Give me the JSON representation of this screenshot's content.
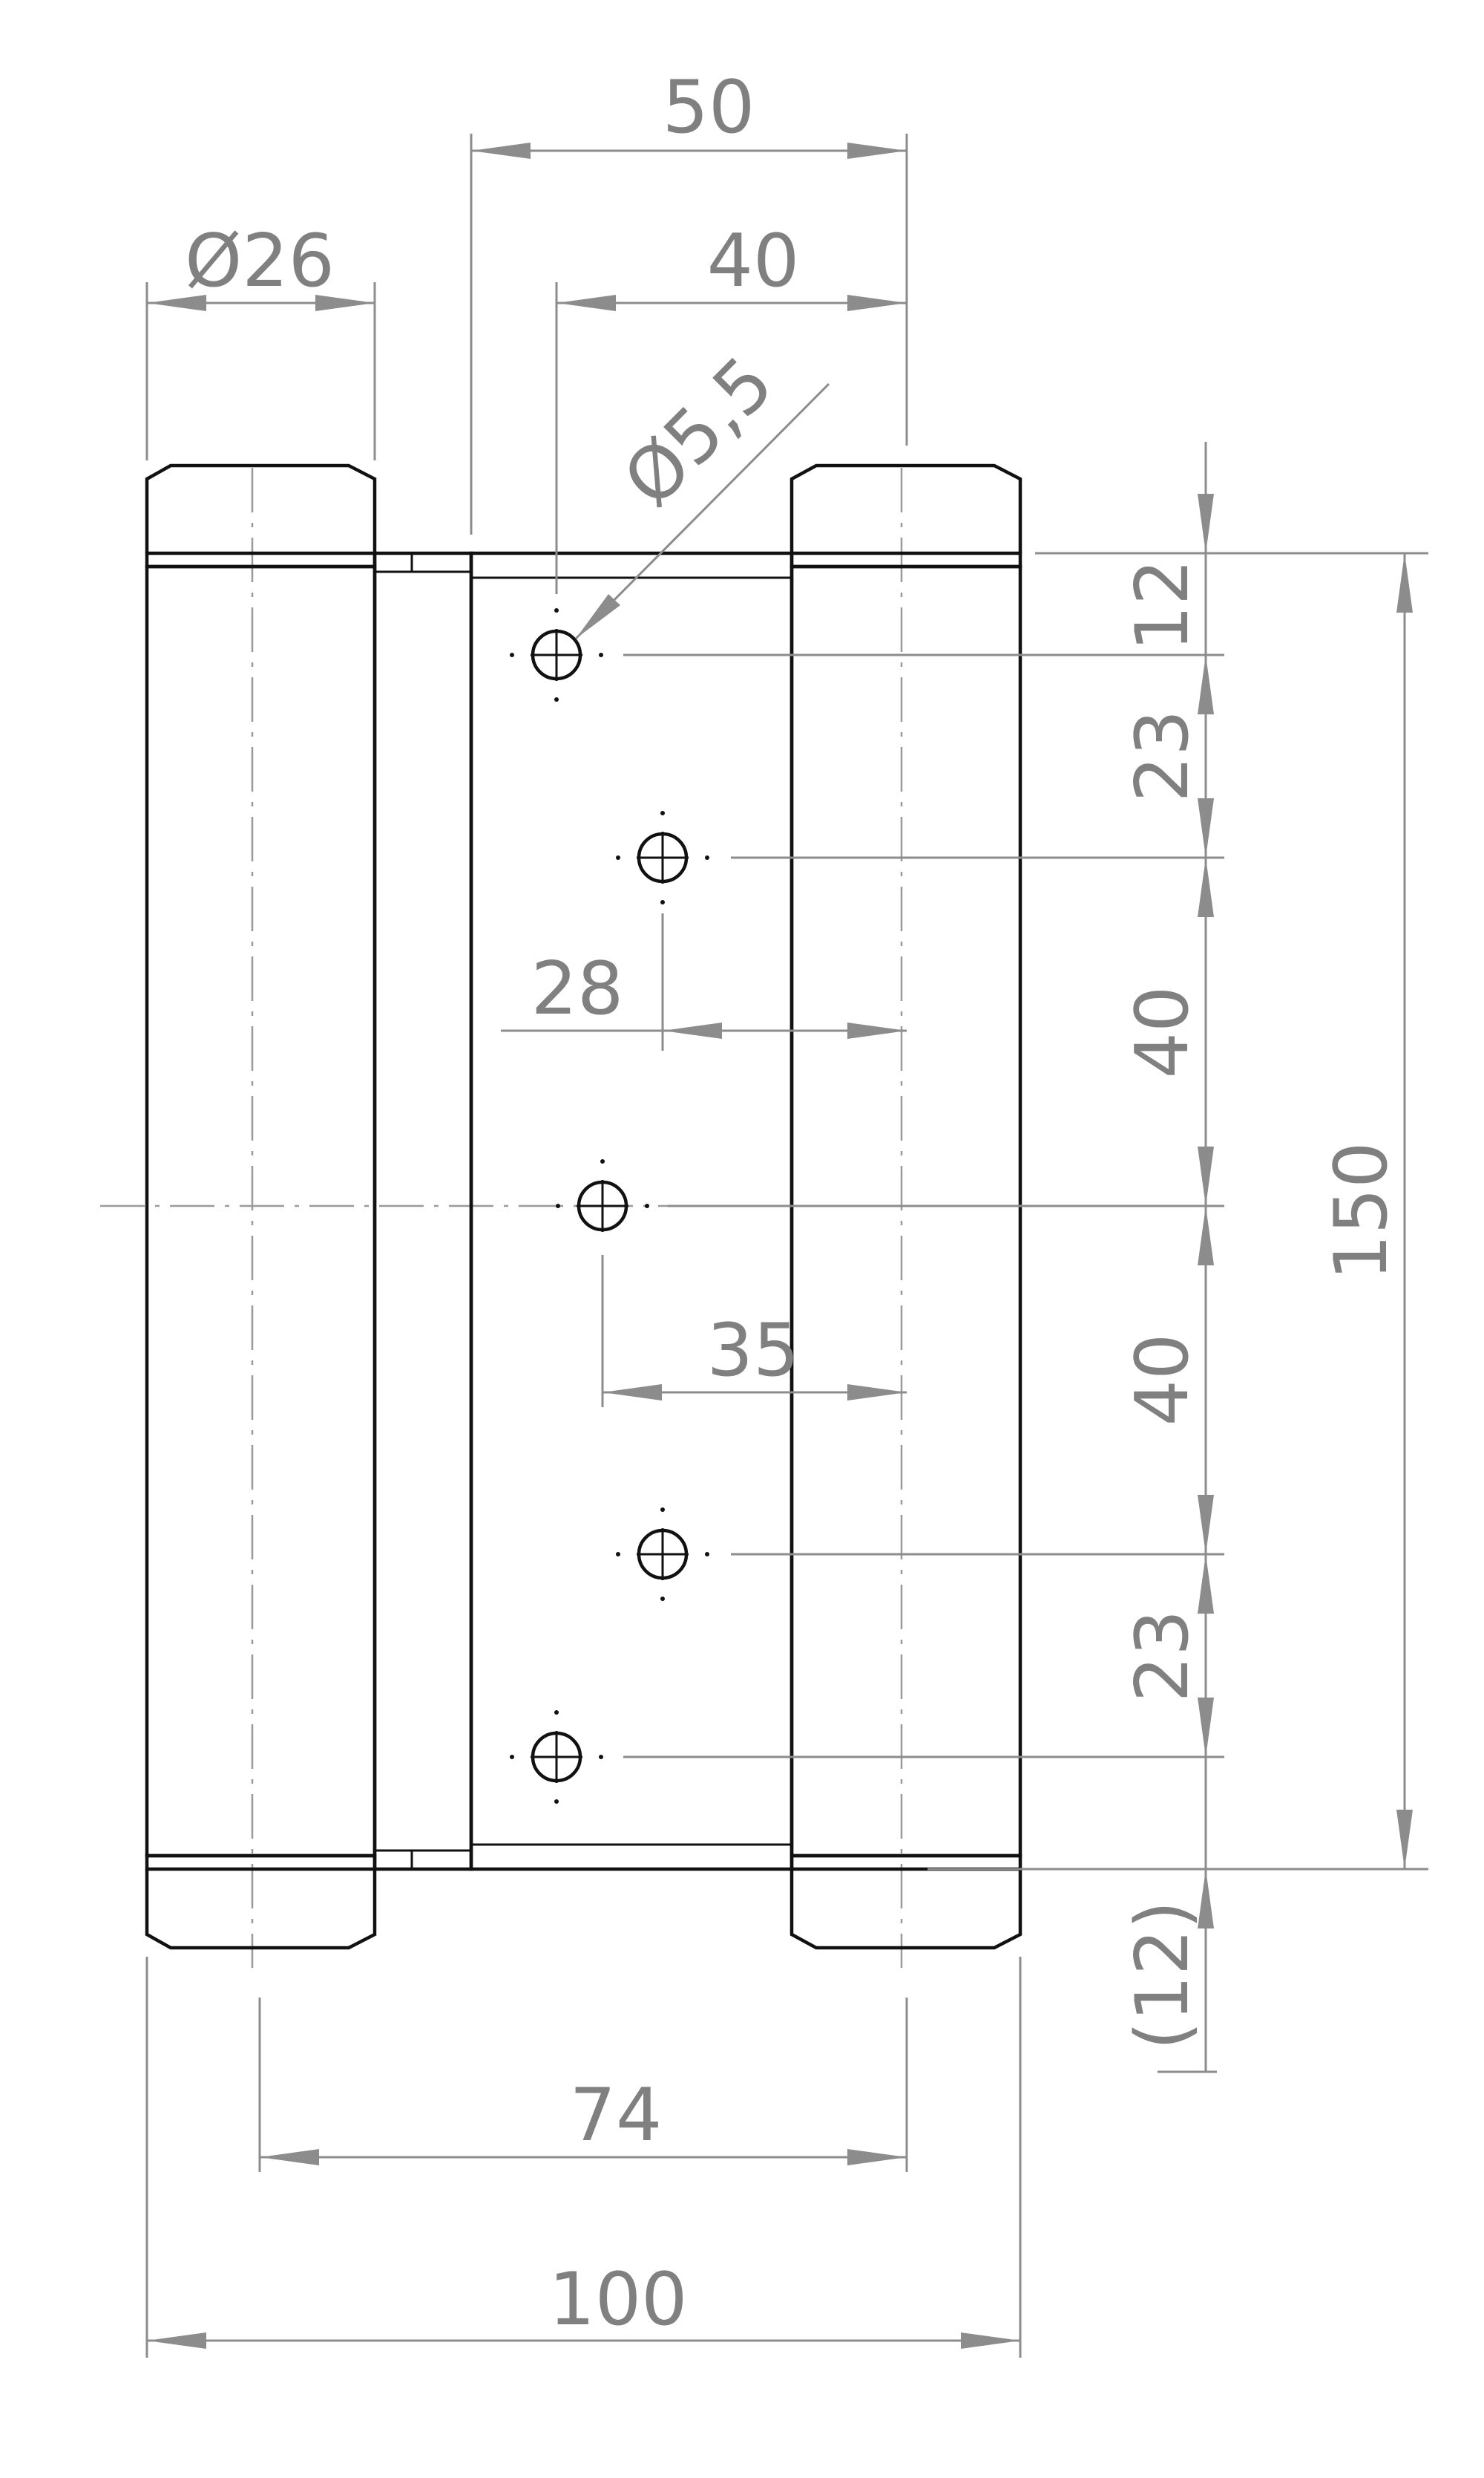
{
  "dimensions": {
    "pin_diameter": "Ø26",
    "hole_diameter": "Ø5,5",
    "overall_width": "100",
    "pin_spacing": "74",
    "leaf_width": "50",
    "hole_offset_outer": "40",
    "hole_offset_mid": "28",
    "hole_offset_center": "35",
    "leaf_height": "150",
    "vertical_spacing": [
      "12",
      "23",
      "40",
      "40",
      "23",
      "(12)"
    ]
  },
  "colors": {
    "object_lines": "#111111",
    "dimension_lines": "#8c8c8c",
    "background": "#ffffff"
  }
}
